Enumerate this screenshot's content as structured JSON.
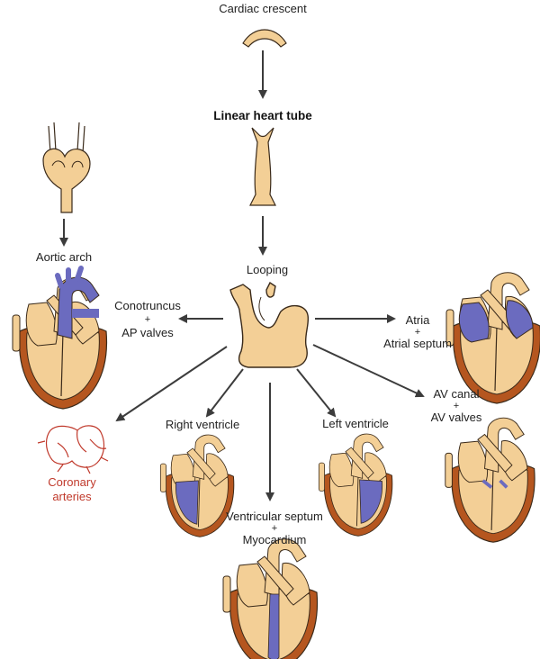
{
  "labels": {
    "cardiac_crescent": "Cardiac crescent",
    "linear_heart_tube": "Linear heart tube",
    "looping": "Looping",
    "aortic_arch": "Aortic arch",
    "conotruncus": "Conotruncus",
    "plus": "+",
    "ap_valves": "AP valves",
    "atria": "Atria",
    "atrial_septum": "Atrial septum",
    "av_canal": "AV canal",
    "av_valves": "AV valves",
    "right_ventricle": "Right ventricle",
    "left_ventricle": "Left ventricle",
    "ventricular_septum": "Ventricular septum",
    "myocardium": "Myocardium",
    "coronary": "Coronary",
    "arteries": "arteries"
  },
  "colors": {
    "tissue_fill": "#f3cf96",
    "tissue_stroke": "#3a2a1a",
    "outer_wall": "#b5561f",
    "highlight_blue": "#6b6bbf",
    "coronary_red": "#c0392b",
    "arrow": "#3c3c3c"
  }
}
